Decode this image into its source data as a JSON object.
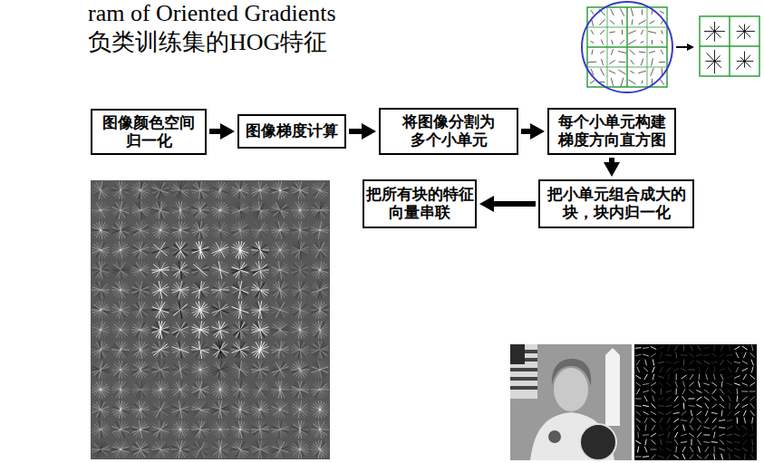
{
  "diagram": {
    "nodes": [
      {
        "text": [
          "图像颜色空间 归一化"
        ]
      },
      {
        "text": [
          "图像梯度计算"
        ]
      },
      {
        "text": [
          "将图像分割为 多个小单元"
        ]
      },
      {
        "text": [
          "每个小单元构建 梯度方向直方图"
        ]
      },
      {
        "text": [
          "把小单元组合成大的 块，块内归一化"
        ]
      },
      {
        "text": [
          "把所有块的特征 向量串联"
        ]
      }
    ],
    "edges": [
      {
        "from": 0,
        "to": 1,
        "arrow": "to"
      },
      {
        "from": 1,
        "to": 2,
        "arrow": "to"
      },
      {
        "from": 2,
        "to": 3,
        "arrow": "to"
      },
      {
        "from": 3,
        "to": 4,
        "arrow": "to"
      },
      {
        "from": 4,
        "to": 5,
        "arrow": "to"
      }
    ],
    "labels": [
      "ram of Oriented Gradients",
      "负类训练集的HOG特征"
    ]
  }
}
